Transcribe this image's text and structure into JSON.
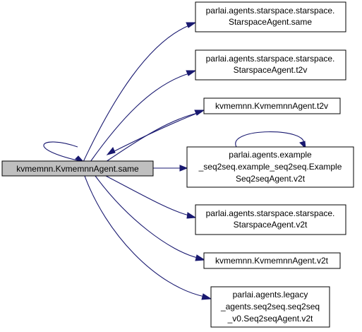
{
  "graph": {
    "source": {
      "id": "n0",
      "label": "kvmemnn.KvmemnnAgent.same"
    },
    "targets": [
      {
        "id": "n1",
        "lines": [
          "parlai.agents.starspace.starspace.",
          "StarspaceAgent.same"
        ]
      },
      {
        "id": "n2",
        "lines": [
          "parlai.agents.starspace.starspace.",
          "StarspaceAgent.t2v"
        ]
      },
      {
        "id": "n3",
        "lines": [
          "kvmemnn.KvmemnnAgent.t2v"
        ]
      },
      {
        "id": "n4",
        "lines": [
          "parlai.agents.example",
          "_seq2seq.example_seq2seq.Example",
          "Seq2seqAgent.v2t"
        ]
      },
      {
        "id": "n5",
        "lines": [
          "parlai.agents.starspace.starspace.",
          "StarspaceAgent.v2t"
        ]
      },
      {
        "id": "n6",
        "lines": [
          "kvmemnn.KvmemnnAgent.v2t"
        ]
      },
      {
        "id": "n7",
        "lines": [
          "parlai.agents.legacy",
          "_agents.seq2seq.seq2seq",
          "_v0.Seq2seqAgent.v2t"
        ]
      }
    ],
    "edges": [
      {
        "from": "n0",
        "to": "n0"
      },
      {
        "from": "n0",
        "to": "n1"
      },
      {
        "from": "n0",
        "to": "n2"
      },
      {
        "from": "n0",
        "to": "n3"
      },
      {
        "from": "n0",
        "to": "n4"
      },
      {
        "from": "n0",
        "to": "n5"
      },
      {
        "from": "n0",
        "to": "n6"
      },
      {
        "from": "n0",
        "to": "n7"
      },
      {
        "from": "n4",
        "to": "n4"
      }
    ],
    "colors": {
      "edge": "#191970",
      "current_fill": "#bfbfbf",
      "box_fill": "#ffffff",
      "border": "#000000"
    }
  }
}
